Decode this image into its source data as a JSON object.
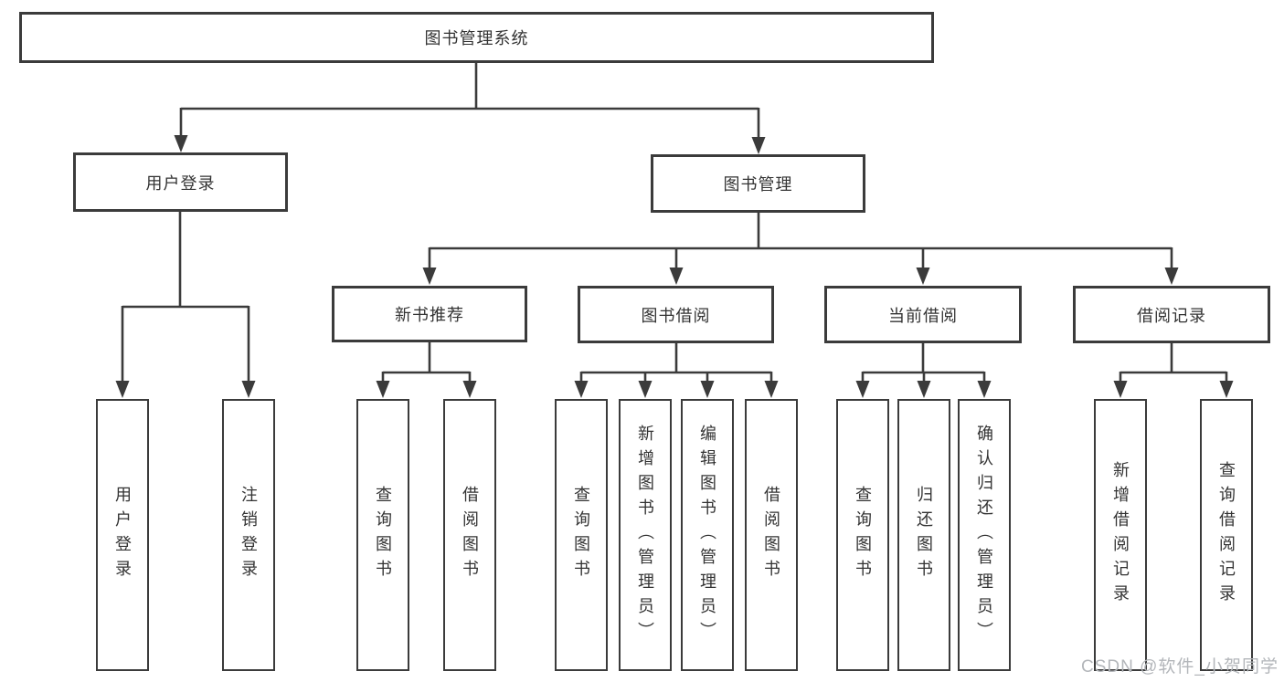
{
  "diagram": {
    "root": {
      "label": "图书管理系统"
    },
    "branches": [
      {
        "label": "用户登录",
        "children": [
          "用户登录",
          "注销登录"
        ]
      },
      {
        "label": "图书管理",
        "sections": [
          {
            "label": "新书推荐",
            "children": [
              "查询图书",
              "借阅图书"
            ]
          },
          {
            "label": "图书借阅",
            "children": [
              "查询图书",
              "新增图书（管理员）",
              "编辑图书（管理员）",
              "借阅图书"
            ]
          },
          {
            "label": "当前借阅",
            "children": [
              "查询图书",
              "归还图书",
              "确认归还（管理员）"
            ]
          },
          {
            "label": "借阅记录",
            "children": [
              "新增借阅记录",
              "查询借阅记录"
            ]
          }
        ]
      }
    ]
  },
  "watermark": "CSDN @软件_小贺同学",
  "colors": {
    "line": "#3b3b3b",
    "text": "#333333",
    "watermark": "#b3b6ba",
    "background": "#ffffff"
  }
}
